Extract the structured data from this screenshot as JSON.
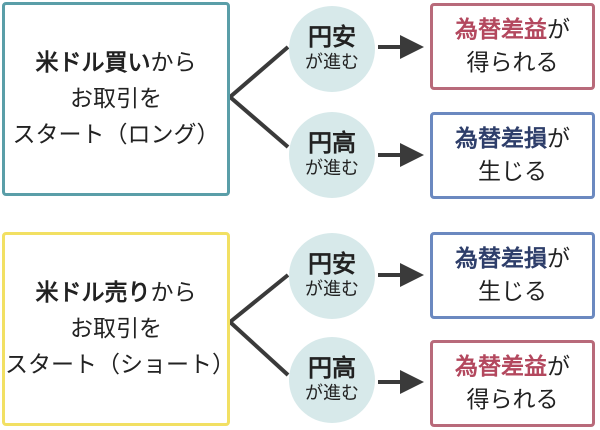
{
  "long": {
    "title_bold": "米ドル買い",
    "title_rest": "から",
    "line2": "お取引を",
    "line3": "スタート（ロング）",
    "branches": [
      {
        "move_bold": "円安",
        "move_rest": "が進む",
        "result_bold": "為替差益",
        "result_rest": "が",
        "result_line2": "得られる",
        "type": "gain"
      },
      {
        "move_bold": "円高",
        "move_rest": "が進む",
        "result_bold": "為替差損",
        "result_rest": "が",
        "result_line2": "生じる",
        "type": "loss"
      }
    ]
  },
  "short": {
    "title_bold": "米ドル売り",
    "title_rest": "から",
    "line2": "お取引を",
    "line3": "スタート（ショート）",
    "branches": [
      {
        "move_bold": "円安",
        "move_rest": "が進む",
        "result_bold": "為替差損",
        "result_rest": "が",
        "result_line2": "生じる",
        "type": "loss"
      },
      {
        "move_bold": "円高",
        "move_rest": "が進む",
        "result_bold": "為替差益",
        "result_rest": "が",
        "result_line2": "得られる",
        "type": "gain"
      }
    ]
  },
  "colors": {
    "long_border": "#5a9ea8",
    "short_border": "#f2e063",
    "gain_border": "#b86a7a",
    "loss_border": "#6b89c0",
    "gain_text": "#b3485e",
    "loss_text": "#2e3e6a",
    "circle_fill": "#d7e9ea",
    "connector": "#3a3a3a"
  }
}
